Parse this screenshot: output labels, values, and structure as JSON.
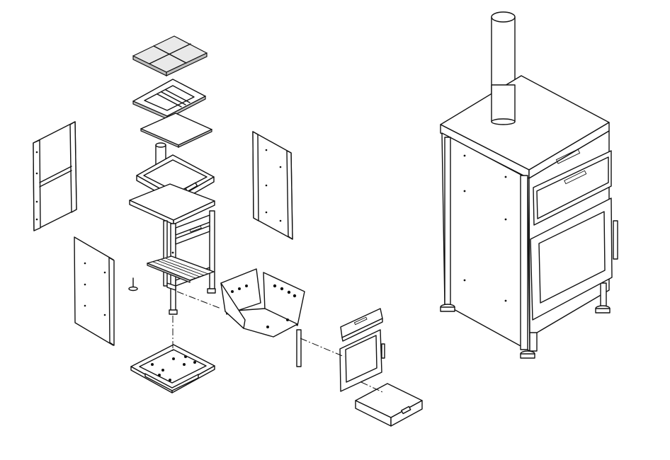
{
  "diagram": {
    "type": "exploded-assembly-drawing",
    "colors": {
      "line": "#111111",
      "background": "#ffffff",
      "shade": "#bdbdbd"
    },
    "left_view": {
      "parts": [
        "cooking-stone-set",
        "top-frame-grate",
        "flat-plate",
        "top-tray-with-flue",
        "cabinet-top",
        "cabinet-frame",
        "left-side-panel",
        "rear-side-panel",
        "right-side-panel",
        "front-panel",
        "leveling-foot",
        "fire-basket",
        "latch-rod",
        "drawer-front",
        "oven-door",
        "ash-drawer",
        "base-tray"
      ]
    },
    "right_view": {
      "parts": [
        "chimney",
        "cabinet-body",
        "top-drawer",
        "oven-door",
        "leveling-feet"
      ]
    }
  }
}
